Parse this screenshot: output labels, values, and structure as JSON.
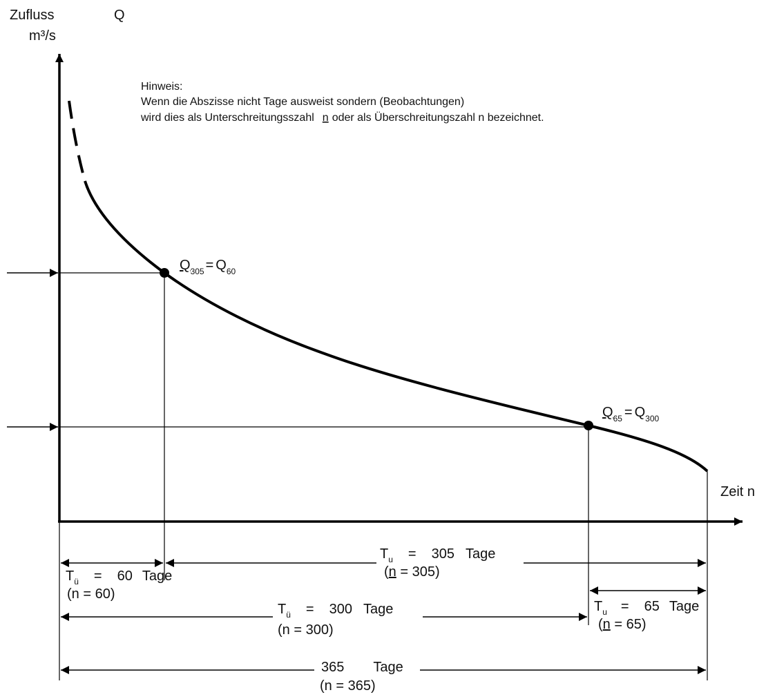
{
  "axis": {
    "y_label": "Zufluss",
    "y_symbol": "Q",
    "y_unit": "m³/s",
    "x_label": "Zeit n"
  },
  "note": {
    "heading": "Hinweis:",
    "line1": "Wenn die Abszisse nicht Tage ausweist sondern (Beobachtungen)",
    "line2_pre": "wird dies als Unterschreitungsszahl",
    "line2_n": "n",
    "line2_post": "oder als Überschreitungszahl  n bezeichnet."
  },
  "points": {
    "p1": {
      "q": "Q",
      "a_sub": "305",
      "eq": "=",
      "b_sub": "60"
    },
    "p2": {
      "q": "Q",
      "a_sub": "65",
      "eq": "=",
      "b_sub": "300"
    }
  },
  "dims": {
    "tu305": {
      "t": "T",
      "sub": "u",
      "eq": "=",
      "val": "305",
      "unit": "Tage",
      "n_pre": "(",
      "n": "n",
      "n_post": " = 305)"
    },
    "tu60": {
      "t": "T",
      "sub": "ü",
      "eq": "=",
      "val": "60",
      "unit": "Tage",
      "paren": "(n = 60)"
    },
    "tu65": {
      "t": "T",
      "sub": "u",
      "eq": "=",
      "val": "65",
      "unit": "Tage",
      "n_pre": "(",
      "n": "n",
      "n_post": " = 65)"
    },
    "tu300": {
      "t": "T",
      "sub": "ü",
      "eq": "=",
      "val": "300",
      "unit": "Tage",
      "paren": "(n = 300)"
    },
    "total": {
      "val": "365",
      "unit": "Tage",
      "paren": "(n = 365)"
    }
  }
}
